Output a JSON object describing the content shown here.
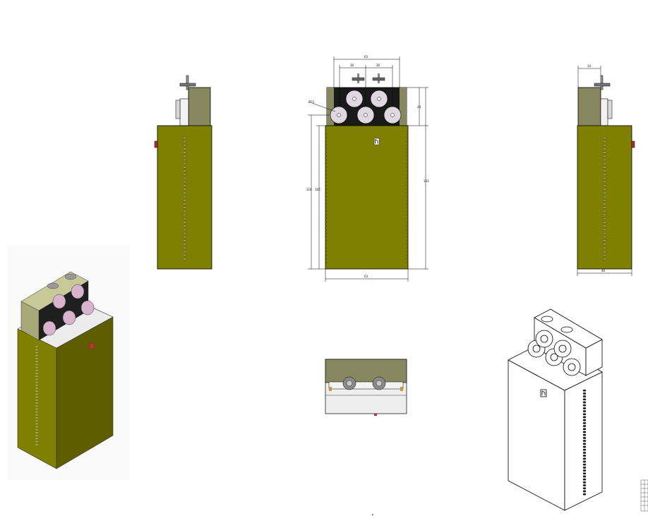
{
  "sheet": {
    "title": "",
    "colors": {
      "cabinet": "#808000",
      "cabinet_dark": "#5e5e00",
      "cabinet_shade": "#6e6e00",
      "head_khaki": "#878760",
      "head_front": "#1a1a1a",
      "roller": "#e0d8e0",
      "roller_iso": "#d9b3cc",
      "handle_red": "#b03030",
      "line": "#000000"
    }
  },
  "views": {
    "left_side": {
      "label": ""
    },
    "front": {
      "label": "",
      "dimensions": {
        "top_overall": "63",
        "top_spacing_left": "30",
        "top_spacing_right": "30",
        "roller_dia": "Ø21",
        "head_height": "24",
        "overall_height": "133",
        "cabinet_height": "116",
        "cabinet_height_inner": "105",
        "bottom_width": "63"
      }
    },
    "right_side": {
      "dimensions": {
        "top_offset": "14",
        "bottom_depth": "40"
      }
    },
    "top_plan": {
      "label": ""
    },
    "iso_left": {
      "label": ""
    },
    "iso_right": {
      "label": ""
    }
  }
}
